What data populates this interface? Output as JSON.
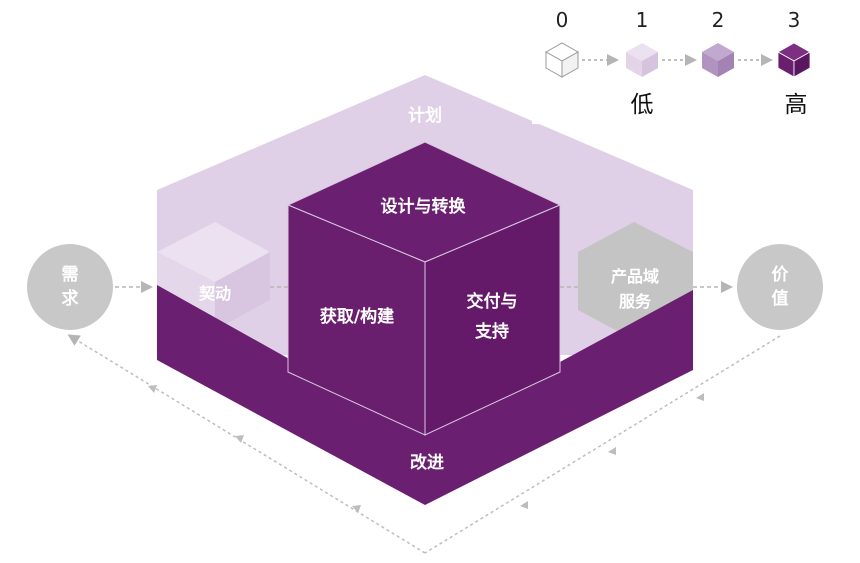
{
  "labels": {
    "plan": "计划",
    "design_transform": "设计与转换",
    "engage": "契动",
    "obtain_build": "获取/构建",
    "deliver_support_1": "交付与",
    "deliver_support_2": "支持",
    "improve": "改进",
    "demand_1": "需",
    "demand_2": "求",
    "value_1": "价",
    "value_2": "值",
    "product_service_1": "产品域",
    "product_service_2": "服务"
  },
  "legend": {
    "levels": [
      {
        "num": "0",
        "fill": "#ffffff"
      },
      {
        "num": "1",
        "fill": "#e3d4e8"
      },
      {
        "num": "2",
        "fill": "#b193c2"
      },
      {
        "num": "3",
        "fill": "#6a1f6e"
      }
    ],
    "low": "低",
    "high": "高"
  },
  "colors": {
    "dark_purple": "#6b1f70",
    "light_purple": "#ddcce5",
    "grey": "#c4c4c4",
    "arrow_grey": "#b5b5b5"
  }
}
